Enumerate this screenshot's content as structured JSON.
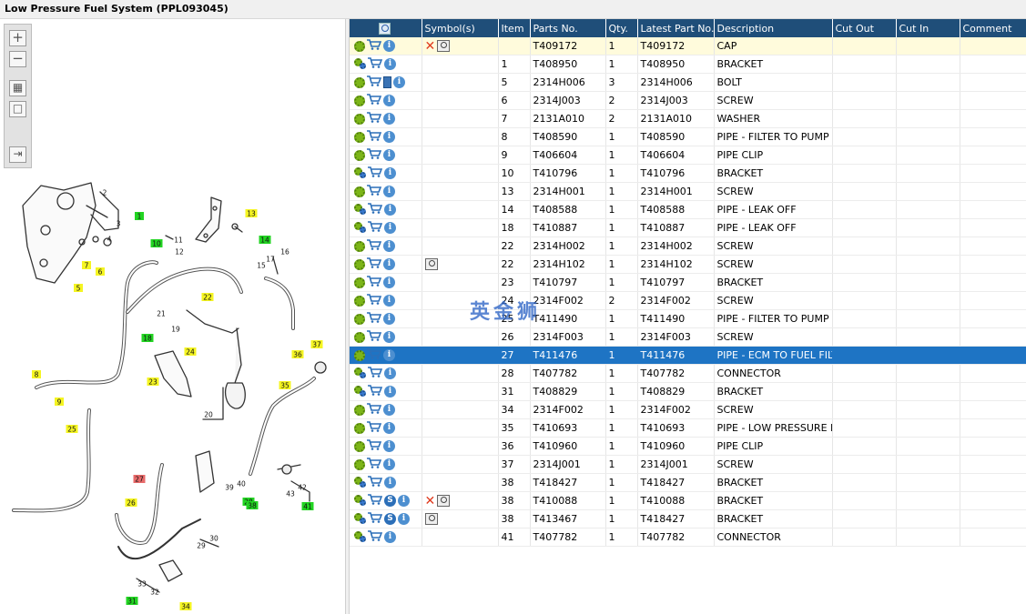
{
  "window": {
    "title": "Low Pressure Fuel System (PPL093045)"
  },
  "watermark": "英金狮",
  "toolbar": {
    "zoom_in": "+",
    "zoom_out": "−",
    "fit": "▦",
    "actual": "□",
    "export": "⇥"
  },
  "table": {
    "headers": [
      "",
      "Symbol(s)",
      "Item",
      "Parts No.",
      "Qty.",
      "Latest Part No.",
      "Description",
      "Cut Out",
      "Cut In",
      "Comment"
    ],
    "rows": [
      {
        "item": "",
        "part": "T409172",
        "qty": "1",
        "latest": "T409172",
        "desc": "CAP",
        "icons": [
          "gear",
          "cart",
          "info"
        ],
        "sym": [
          "x",
          "mag"
        ],
        "state": "hl"
      },
      {
        "item": "1",
        "part": "T408950",
        "qty": "1",
        "latest": "T408950",
        "desc": "BRACKET",
        "icons": [
          "gear2",
          "cart",
          "info"
        ],
        "sym": []
      },
      {
        "item": "5",
        "part": "2314H006",
        "qty": "3",
        "latest": "2314H006",
        "desc": "BOLT",
        "icons": [
          "gear",
          "cart",
          "book",
          "info"
        ],
        "sym": []
      },
      {
        "item": "6",
        "part": "2314J003",
        "qty": "2",
        "latest": "2314J003",
        "desc": "SCREW",
        "icons": [
          "gear",
          "cart",
          "info"
        ],
        "sym": []
      },
      {
        "item": "7",
        "part": "2131A010",
        "qty": "2",
        "latest": "2131A010",
        "desc": "WASHER",
        "icons": [
          "gear",
          "cart",
          "info"
        ],
        "sym": []
      },
      {
        "item": "8",
        "part": "T408590",
        "qty": "1",
        "latest": "T408590",
        "desc": "PIPE - FILTER TO PUMP",
        "icons": [
          "gear",
          "cart",
          "info"
        ],
        "sym": []
      },
      {
        "item": "9",
        "part": "T406604",
        "qty": "1",
        "latest": "T406604",
        "desc": "PIPE CLIP",
        "icons": [
          "gear",
          "cart",
          "info"
        ],
        "sym": []
      },
      {
        "item": "10",
        "part": "T410796",
        "qty": "1",
        "latest": "T410796",
        "desc": "BRACKET",
        "icons": [
          "gear2",
          "cart",
          "info"
        ],
        "sym": []
      },
      {
        "item": "13",
        "part": "2314H001",
        "qty": "1",
        "latest": "2314H001",
        "desc": "SCREW",
        "icons": [
          "gear",
          "cart",
          "info"
        ],
        "sym": []
      },
      {
        "item": "14",
        "part": "T408588",
        "qty": "1",
        "latest": "T408588",
        "desc": "PIPE - LEAK OFF",
        "icons": [
          "gear2",
          "cart",
          "info"
        ],
        "sym": []
      },
      {
        "item": "18",
        "part": "T410887",
        "qty": "1",
        "latest": "T410887",
        "desc": "PIPE - LEAK OFF",
        "icons": [
          "gear2",
          "cart",
          "info"
        ],
        "sym": []
      },
      {
        "item": "22",
        "part": "2314H002",
        "qty": "1",
        "latest": "2314H002",
        "desc": "SCREW",
        "icons": [
          "gear",
          "cart",
          "info"
        ],
        "sym": []
      },
      {
        "item": "22",
        "part": "2314H102",
        "qty": "1",
        "latest": "2314H102",
        "desc": "SCREW",
        "icons": [
          "gear",
          "cart",
          "info"
        ],
        "sym": [
          "mag"
        ]
      },
      {
        "item": "23",
        "part": "T410797",
        "qty": "1",
        "latest": "T410797",
        "desc": "BRACKET",
        "icons": [
          "gear",
          "cart",
          "info"
        ],
        "sym": []
      },
      {
        "item": "24",
        "part": "2314F002",
        "qty": "2",
        "latest": "2314F002",
        "desc": "SCREW",
        "icons": [
          "gear",
          "cart",
          "info"
        ],
        "sym": []
      },
      {
        "item": "25",
        "part": "T411490",
        "qty": "1",
        "latest": "T411490",
        "desc": "PIPE - FILTER TO PUMP",
        "icons": [
          "gear",
          "cart",
          "info"
        ],
        "sym": []
      },
      {
        "item": "26",
        "part": "2314F003",
        "qty": "1",
        "latest": "2314F003",
        "desc": "SCREW",
        "icons": [
          "gear",
          "cart",
          "info"
        ],
        "sym": []
      },
      {
        "item": "27",
        "part": "T411476",
        "qty": "1",
        "latest": "T411476",
        "desc": "PIPE - ECM TO FUEL FILTER",
        "icons": [
          "gear",
          "cart",
          "info"
        ],
        "sym": [],
        "state": "sel"
      },
      {
        "item": "28",
        "part": "T407782",
        "qty": "1",
        "latest": "T407782",
        "desc": "CONNECTOR",
        "icons": [
          "gear2",
          "cart",
          "info"
        ],
        "sym": []
      },
      {
        "item": "31",
        "part": "T408829",
        "qty": "1",
        "latest": "T408829",
        "desc": "BRACKET",
        "icons": [
          "gear2",
          "cart",
          "info"
        ],
        "sym": []
      },
      {
        "item": "34",
        "part": "2314F002",
        "qty": "1",
        "latest": "2314F002",
        "desc": "SCREW",
        "icons": [
          "gear",
          "cart",
          "info"
        ],
        "sym": []
      },
      {
        "item": "35",
        "part": "T410693",
        "qty": "1",
        "latest": "T410693",
        "desc": "PIPE - LOW PRESSURE FUEL",
        "icons": [
          "gear",
          "cart",
          "info"
        ],
        "sym": []
      },
      {
        "item": "36",
        "part": "T410960",
        "qty": "1",
        "latest": "T410960",
        "desc": "PIPE CLIP",
        "icons": [
          "gear",
          "cart",
          "info"
        ],
        "sym": []
      },
      {
        "item": "37",
        "part": "2314J001",
        "qty": "1",
        "latest": "2314J001",
        "desc": "SCREW",
        "icons": [
          "gear",
          "cart",
          "info"
        ],
        "sym": []
      },
      {
        "item": "38",
        "part": "T418427",
        "qty": "1",
        "latest": "T418427",
        "desc": "BRACKET",
        "icons": [
          "gear2",
          "cart",
          "info"
        ],
        "sym": []
      },
      {
        "item": "38",
        "part": "T410088",
        "qty": "1",
        "latest": "T410088",
        "desc": "BRACKET",
        "icons": [
          "gear2",
          "cart",
          "s",
          "info"
        ],
        "sym": [
          "x",
          "mag"
        ]
      },
      {
        "item": "38",
        "part": "T413467",
        "qty": "1",
        "latest": "T418427",
        "desc": "BRACKET",
        "icons": [
          "gear2",
          "cart",
          "s",
          "info"
        ],
        "sym": [
          "mag"
        ]
      },
      {
        "item": "41",
        "part": "T407782",
        "qty": "1",
        "latest": "T407782",
        "desc": "CONNECTOR",
        "icons": [
          "gear2",
          "cart",
          "info"
        ],
        "sym": []
      }
    ]
  },
  "diagram": {
    "callouts": [
      {
        "n": "1",
        "c": "green"
      },
      {
        "n": "2",
        "c": "none"
      },
      {
        "n": "3",
        "c": "none"
      },
      {
        "n": "4",
        "c": "none"
      },
      {
        "n": "5",
        "c": "yellow"
      },
      {
        "n": "6",
        "c": "yellow"
      },
      {
        "n": "7",
        "c": "yellow"
      },
      {
        "n": "8",
        "c": "yellow"
      },
      {
        "n": "9",
        "c": "yellow"
      },
      {
        "n": "10",
        "c": "green"
      },
      {
        "n": "11",
        "c": "none"
      },
      {
        "n": "12",
        "c": "none"
      },
      {
        "n": "13",
        "c": "yellow"
      },
      {
        "n": "14",
        "c": "green"
      },
      {
        "n": "15",
        "c": "none"
      },
      {
        "n": "16",
        "c": "none"
      },
      {
        "n": "17",
        "c": "none"
      },
      {
        "n": "18",
        "c": "green"
      },
      {
        "n": "19",
        "c": "none"
      },
      {
        "n": "20",
        "c": "none"
      },
      {
        "n": "21",
        "c": "none"
      },
      {
        "n": "22",
        "c": "yellow"
      },
      {
        "n": "23",
        "c": "yellow"
      },
      {
        "n": "24",
        "c": "yellow"
      },
      {
        "n": "25",
        "c": "yellow"
      },
      {
        "n": "26",
        "c": "yellow"
      },
      {
        "n": "27",
        "c": "red"
      },
      {
        "n": "28",
        "c": "green"
      },
      {
        "n": "29",
        "c": "none"
      },
      {
        "n": "30",
        "c": "none"
      },
      {
        "n": "31",
        "c": "green"
      },
      {
        "n": "32",
        "c": "none"
      },
      {
        "n": "33",
        "c": "none"
      },
      {
        "n": "34",
        "c": "yellow"
      },
      {
        "n": "35",
        "c": "yellow"
      },
      {
        "n": "36",
        "c": "yellow"
      },
      {
        "n": "37",
        "c": "yellow"
      },
      {
        "n": "38",
        "c": "green"
      },
      {
        "n": "39",
        "c": "none"
      },
      {
        "n": "40",
        "c": "none"
      },
      {
        "n": "41",
        "c": "green"
      },
      {
        "n": "42",
        "c": "none"
      },
      {
        "n": "43",
        "c": "none"
      }
    ]
  },
  "colors": {
    "header": "#1f4e79",
    "selected": "#1e74c4",
    "highlight": "#fffbdc",
    "callout_yellow": "#f5f522",
    "callout_green": "#22d422",
    "callout_red": "#e86a6a"
  }
}
